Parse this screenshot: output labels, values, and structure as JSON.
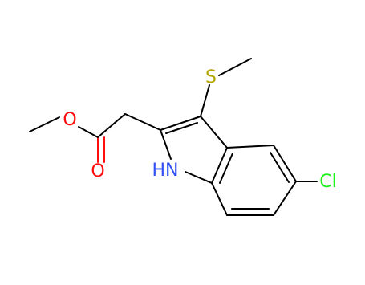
{
  "molecule": {
    "atoms": {
      "sulfur": "S",
      "nitrogen": "HN",
      "chlorine": "Cl",
      "ester_oxygen": "O",
      "carbonyl_oxygen": "O"
    },
    "colors": {
      "bond": "#000000",
      "oxygen": "#ff0d0d",
      "nitrogen": "#3050f8",
      "sulfur": "#b3a500",
      "chlorine": "#1ff01f"
    }
  }
}
